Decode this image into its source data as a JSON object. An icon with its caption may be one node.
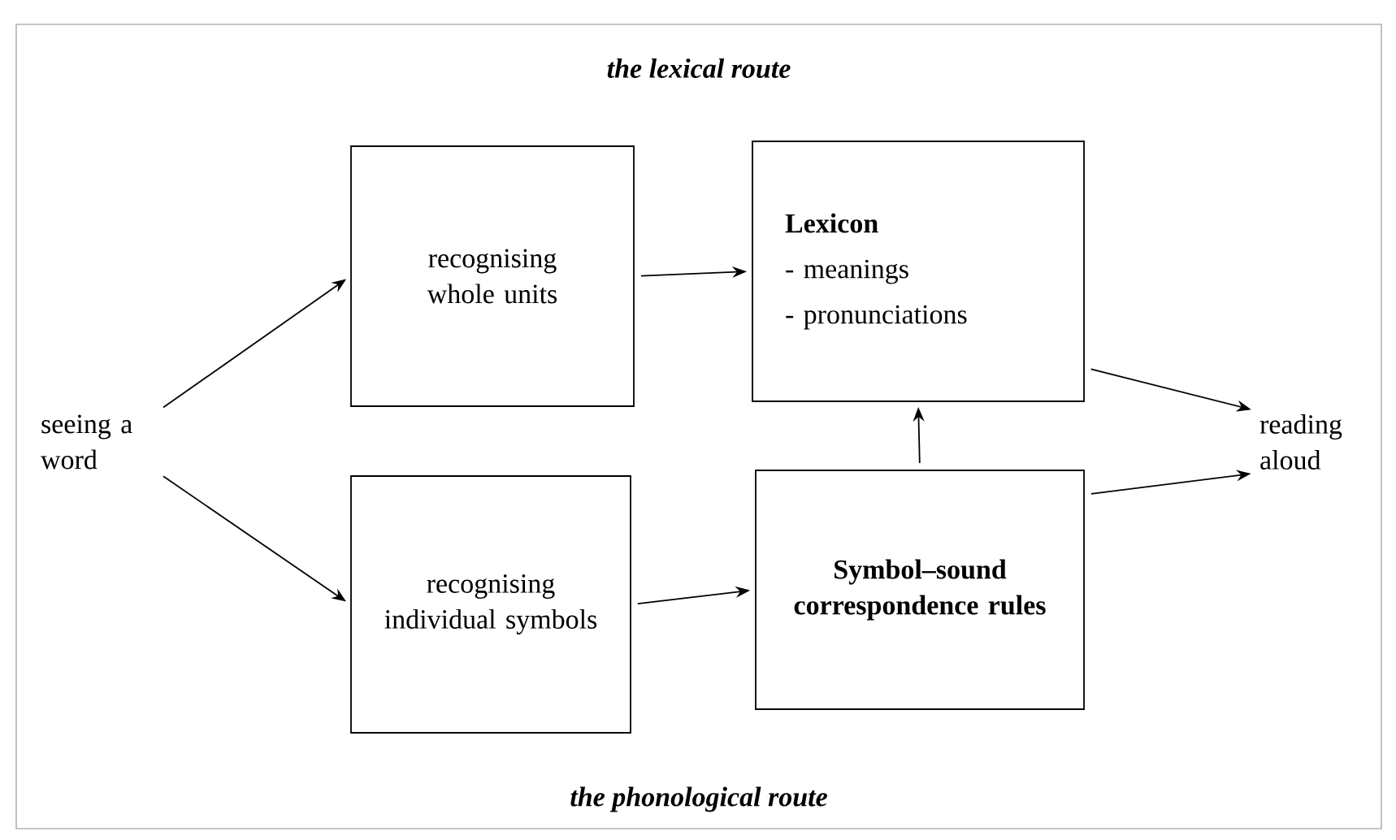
{
  "diagram": {
    "nodes": [
      {
        "text": [
          "seeing a word"
        ]
      },
      {
        "text": [
          "recognising whole units"
        ]
      },
      {
        "text": [
          "Lexicon",
          "- meanings",
          "- pronunciations"
        ]
      },
      {
        "text": [
          "recognising individual symbols"
        ]
      },
      {
        "text": [
          "Symbol–sound correspondence rules"
        ]
      },
      {
        "text": [
          "reading aloud"
        ]
      }
    ],
    "edges": [
      {
        "from": 0,
        "to": 1,
        "arrow": "to"
      },
      {
        "from": 0,
        "to": 3,
        "arrow": "to"
      },
      {
        "from": 1,
        "to": 2,
        "arrow": "to"
      },
      {
        "from": 3,
        "to": 4,
        "arrow": "to"
      },
      {
        "from": 4,
        "to": 2,
        "arrow": "to"
      },
      {
        "from": 2,
        "to": 5,
        "arrow": "to"
      },
      {
        "from": 4,
        "to": 5,
        "arrow": "to"
      }
    ],
    "labels": [
      "the lexical route",
      "the phonological route"
    ]
  }
}
